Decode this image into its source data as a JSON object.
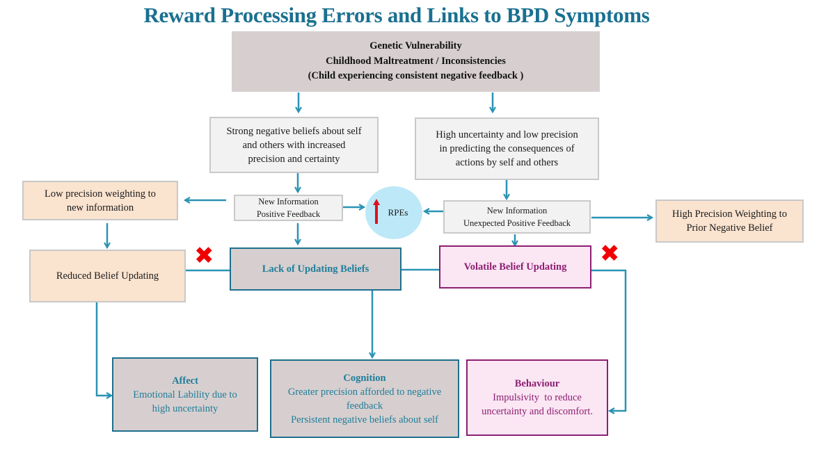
{
  "title": "Reward Processing Errors and Links to BPD Symptoms",
  "colors": {
    "title": "#1a7090",
    "arrow": "#2a93b3",
    "cross": "#f00000",
    "rpe_arrow": "#e0101e",
    "rpe_circle": "#bde8f7"
  },
  "nodes": {
    "origin": {
      "lines": [
        "Genetic Vulnerability",
        "Childhood Maltreatment / Inconsistencies",
        "(Child experiencing consistent negative feedback )"
      ]
    },
    "strong_beliefs": {
      "lines": [
        "Strong negative beliefs about self",
        "and others with increased",
        "precision and certainty"
      ]
    },
    "high_uncertainty": {
      "lines": [
        "High uncertainty and low precision",
        "in predicting the consequences of",
        "actions by self and others"
      ]
    },
    "low_precision": {
      "lines": [
        "Low precision weighting to",
        "new information"
      ]
    },
    "new_info_left": {
      "lines": [
        "New Information",
        "Positive Feedback"
      ]
    },
    "rpe": {
      "label": "RPEs",
      "icon": "up-arrow-icon"
    },
    "new_info_right": {
      "lines": [
        "New Information",
        "Unexpected Positive Feedback"
      ]
    },
    "high_precision": {
      "lines": [
        "High Precision Weighting to",
        "Prior Negative Belief"
      ]
    },
    "reduced_updating": {
      "lines": [
        "Reduced Belief Updating"
      ]
    },
    "lack_updating": {
      "lines": [
        "Lack of Updating Beliefs"
      ]
    },
    "volatile_updating": {
      "lines": [
        "Volatile Belief Updating"
      ]
    },
    "affect": {
      "heading": "Affect",
      "lines": [
        "Emotional Lability due to",
        "high uncertainty"
      ]
    },
    "cognition": {
      "heading": "Cognition",
      "lines": [
        "Greater precision afforded to negative",
        "feedback",
        "Persistent negative beliefs about self"
      ]
    },
    "behaviour": {
      "heading": "Behaviour",
      "lines": [
        "Impulsivity  to reduce",
        "uncertainty and discomfort."
      ]
    }
  },
  "cross_icons": [
    "cross-icon",
    "cross-icon"
  ]
}
